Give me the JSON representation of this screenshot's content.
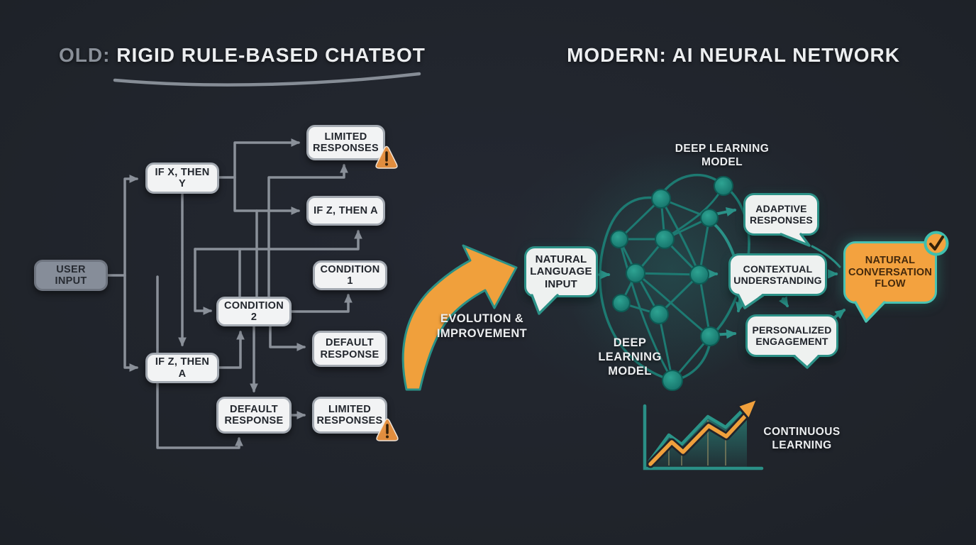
{
  "titles": {
    "left_prefix": "OLD:",
    "left_main": "RIGID RULE-BASED CHATBOT",
    "right": "MODERN: AI NEURAL NETWORK"
  },
  "flowchart": {
    "user_input": "USER INPUT",
    "boxes": [
      {
        "label": "IF X, THEN Y"
      },
      {
        "label": "LIMITED RESPONSES",
        "warning": true
      },
      {
        "label": "IF Z, THEN A"
      },
      {
        "label": "CONDITION 1"
      },
      {
        "label": "CONDITION 2"
      },
      {
        "label": "DEFAULT RESPONSE"
      },
      {
        "label": "IF Z, THEN A"
      },
      {
        "label": "DEFAULT RESPONSE"
      },
      {
        "label": "LIMITED RESPONSES",
        "warning": true
      }
    ]
  },
  "transition": {
    "label": "EVOLUTION & IMPROVEMENT"
  },
  "neural": {
    "model_label_top": "DEEP LEARNING MODEL",
    "model_label_side": "DEEP LEARNING MODEL",
    "input_bubble": "NATURAL LANGUAGE INPUT",
    "output_bubbles": [
      "ADAPTIVE RESPONSES",
      "CONTEXTUAL UNDERSTANDING",
      "PERSONALIZED ENGAGEMENT"
    ],
    "highlight_bubble": "NATURAL CONVERSATION FLOW",
    "footer_label": "CONTINUOUS LEARNING"
  },
  "icons": {
    "warning": "warning-triangle",
    "check": "checkmark-badge",
    "growth": "growth-chart"
  },
  "colors": {
    "background": "#20242b",
    "box_white": "#f2f3f4",
    "gray_line": "#8a9099",
    "teal": "#2a9187",
    "teal_dark": "#1d7e75",
    "orange": "#f2a140",
    "text_dark": "#23272e",
    "text_light": "#eceef0",
    "title_muted": "#8a9099"
  }
}
